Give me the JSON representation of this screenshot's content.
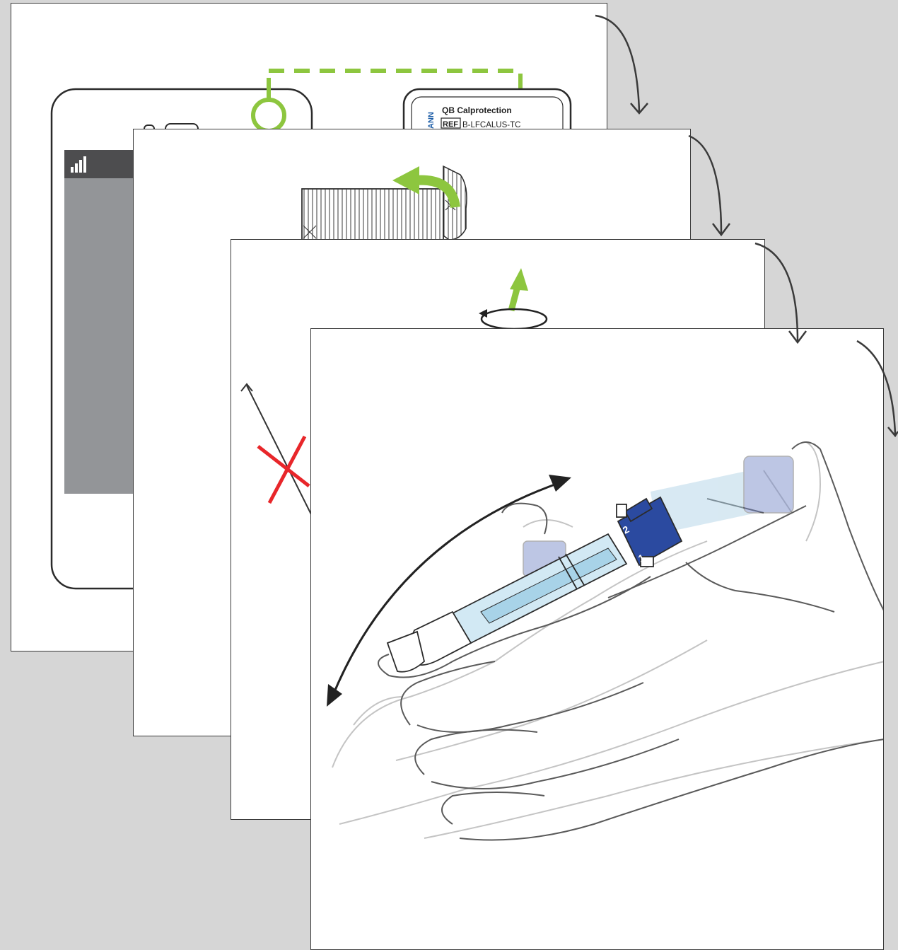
{
  "colors": {
    "background": "#d6d6d6",
    "card": "#ffffff",
    "outline": "#3a3a3a",
    "green": "#8dc63f",
    "red": "#e8262a",
    "blue": "#2b4aa0",
    "brand_blue": "#1f5fa8",
    "phone_screen": "#939598",
    "phone_bar": "#4d4d4f",
    "light_blue": "#cfe7f2"
  },
  "icons": [
    "step-arrow-icon",
    "signal-bars-icon",
    "rotate-arrow-icon",
    "up-arrow-icon",
    "cross-mark-icon",
    "swing-arrow-icon"
  ],
  "kit_label": {
    "brand_fragment": "ANN",
    "title": "QB Calprotection",
    "ref_label": "REF",
    "ref_code": "B-LFCALUS-TC"
  },
  "tube_labels": {
    "top_number": "2",
    "bottom_number": "1"
  }
}
